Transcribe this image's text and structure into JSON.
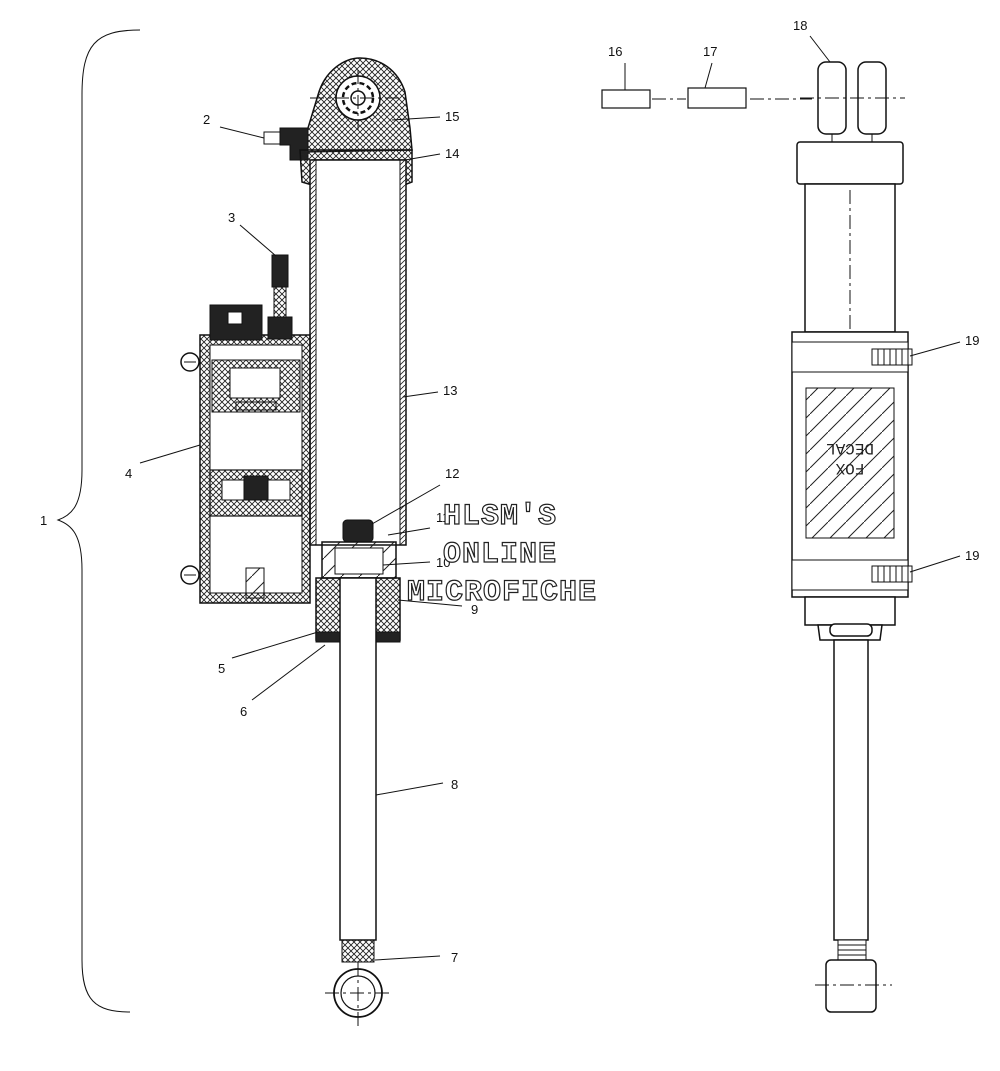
{
  "callouts": {
    "c1": "1",
    "c2": "2",
    "c3": "3",
    "c4": "4",
    "c5": "5",
    "c6": "6",
    "c7": "7",
    "c8": "8",
    "c9": "9",
    "c10": "10",
    "c11": "11",
    "c12": "12",
    "c13": "13",
    "c14": "14",
    "c15": "15",
    "c16": "16",
    "c17": "17",
    "c18": "18",
    "c19a": "19",
    "c19b": "19"
  },
  "watermark": {
    "line1": "HLSM'S",
    "line2": "ONLINE",
    "line3": "MICROFICHE"
  },
  "decal": {
    "line1": "FOX",
    "line2": "DECAL"
  }
}
